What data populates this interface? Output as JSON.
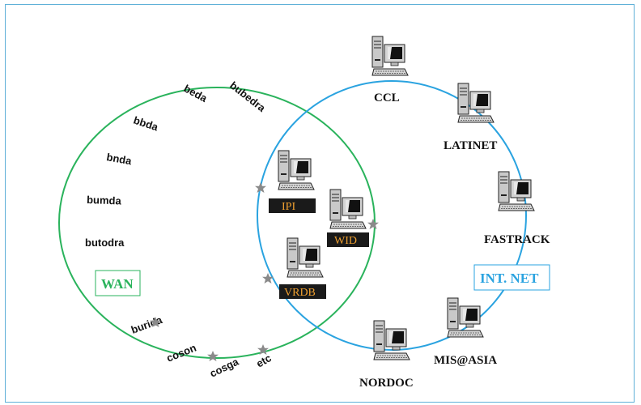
{
  "diagram": {
    "colors": {
      "frame": "#5fb0d8",
      "wan_ring": "#2ab35c",
      "int_net_ring": "#2aa3e0",
      "wan_text": "#2ab35c",
      "int_net_text": "#2aa3e0",
      "inner_box_bg": "#1a1a1a",
      "inner_box_text": "#f0a030",
      "star": "#8a8a8a"
    },
    "wan": {
      "label": "WAN",
      "nodes": [
        "bubedra",
        "beda",
        "bbda",
        "bnda",
        "bumda",
        "butodra",
        "burida",
        "coson",
        "cosga",
        "etc"
      ]
    },
    "int_net": {
      "label": "INT. NET",
      "nodes": [
        "CCL",
        "LATINET",
        "FASTRACK",
        "MIS@ASIA",
        "NORDOC"
      ]
    },
    "shared": {
      "nodes": [
        "IPI",
        "WID",
        "VRDB"
      ]
    },
    "icons": {
      "computer": "computer-icon",
      "connector": "star-icon"
    }
  }
}
